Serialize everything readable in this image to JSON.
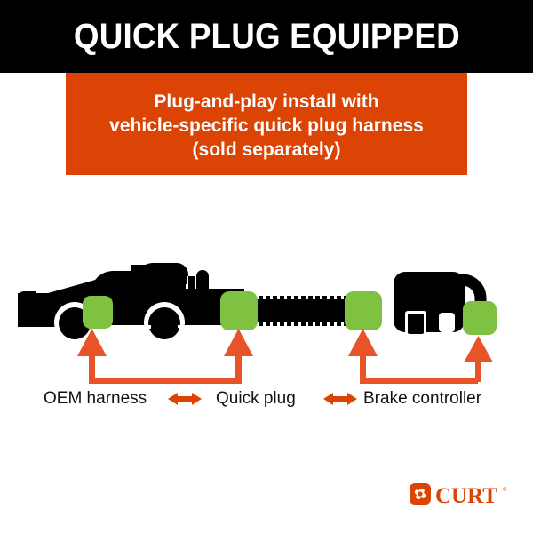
{
  "header": {
    "title": "QUICK PLUG EQUIPPED"
  },
  "subtitle": {
    "line1": "Plug-and-play install with",
    "line2": "vehicle-specific quick plug harness",
    "line3": "(sold separately)"
  },
  "diagram": {
    "truck_icon": "pickup-truck-icon",
    "truck_connector_icon": "green-connector-icon",
    "quick_plug_left_icon": "green-connector-icon",
    "quick_plug_cable_icon": "ribbed-cable-icon",
    "quick_plug_right_icon": "green-connector-icon",
    "brake_controller_icon": "brake-controller-icon",
    "brake_connector_icon": "green-connector-icon",
    "bracket_left_icon": "orange-bracket-arrows-icon",
    "bracket_right_icon": "orange-bracket-arrows-icon"
  },
  "labels": {
    "oem_harness": "OEM harness",
    "quick_plug": "Quick plug",
    "brake_controller": "Brake controller",
    "arrow_1": "double-arrow-icon",
    "arrow_2": "double-arrow-icon"
  },
  "logo": {
    "brand": "CURT",
    "emblem": "curt-emblem-icon",
    "trademark": "®"
  },
  "colors": {
    "orange": "#DC4405",
    "green": "#7FC241",
    "black": "#000000",
    "white": "#FFFFFF"
  }
}
